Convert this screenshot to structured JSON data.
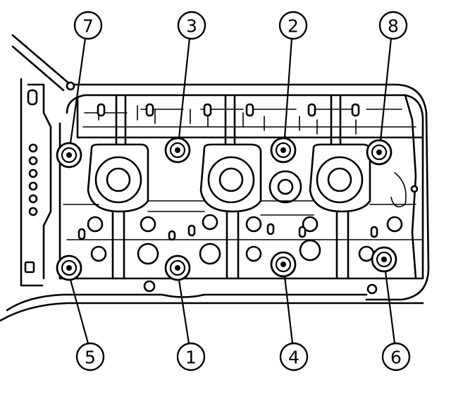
{
  "diagram": {
    "callouts": [
      {
        "id": "7",
        "label": "7"
      },
      {
        "id": "3",
        "label": "3"
      },
      {
        "id": "2",
        "label": "2"
      },
      {
        "id": "8",
        "label": "8"
      },
      {
        "id": "5",
        "label": "5"
      },
      {
        "id": "1",
        "label": "1"
      },
      {
        "id": "4",
        "label": "4"
      },
      {
        "id": "6",
        "label": "6"
      }
    ]
  }
}
